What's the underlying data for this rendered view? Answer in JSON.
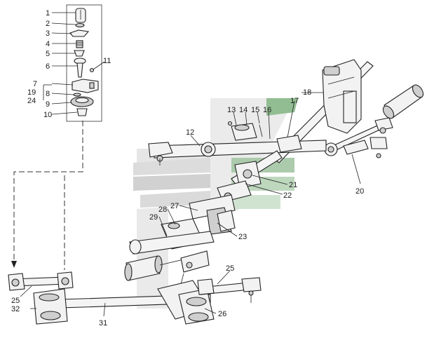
{
  "labels": {
    "n1": "1",
    "n2": "2",
    "n3": "3",
    "n4": "4",
    "n5": "5",
    "n6": "6",
    "n7": "7",
    "n19": "19",
    "n24": "24",
    "n8": "8",
    "n9": "9",
    "n10": "10",
    "n11": "11",
    "n12": "12",
    "n13": "13",
    "n14": "14",
    "n15": "15",
    "n16": "16",
    "n17": "17",
    "n18": "18",
    "n20": "20",
    "n21": "21",
    "n22": "22",
    "n23": "23",
    "n27": "27",
    "n28": "28",
    "n29": "29",
    "n25a": "25",
    "n25b": "25",
    "n26": "26",
    "n31": "31",
    "n32": "32"
  },
  "colors": {
    "watermark_light": "#dcdcdc",
    "watermark_mid": "#bdbdbd",
    "watermark_green": "#6fa36f",
    "line": "#222222"
  }
}
